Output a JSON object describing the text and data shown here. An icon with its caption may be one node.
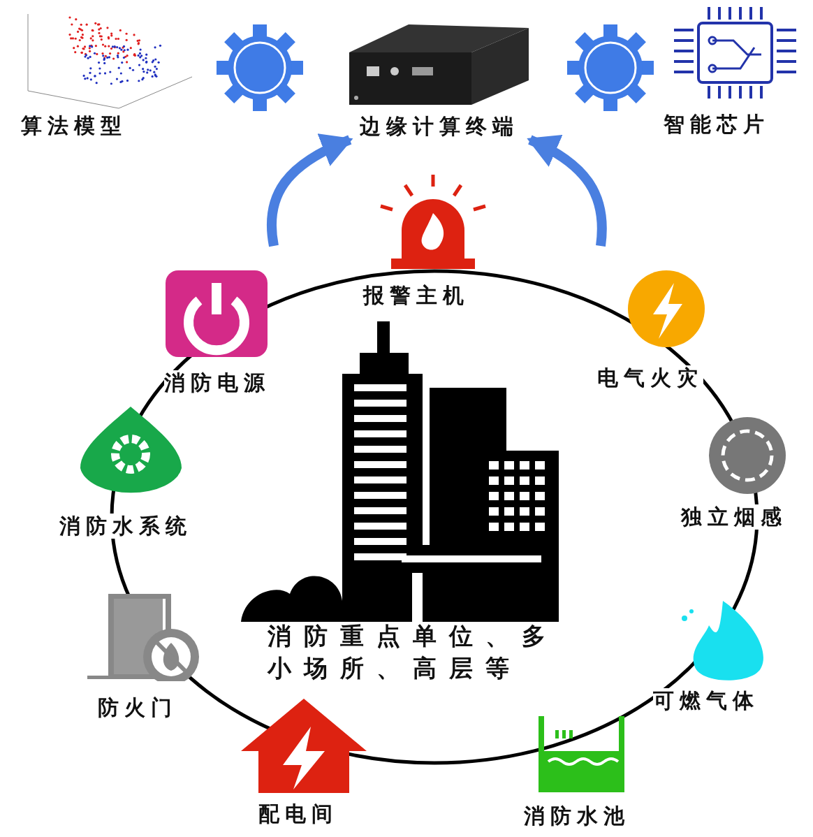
{
  "diagram": {
    "nodes": [
      {
        "text": [
          "算法模型"
        ]
      },
      {
        "text": [
          "边缘计算终端"
        ]
      },
      {
        "text": [
          "智能芯片"
        ]
      },
      {
        "text": [
          "报警主机"
        ]
      },
      {
        "text": [
          "消防电源"
        ]
      },
      {
        "text": [
          "电气火灾"
        ]
      },
      {
        "text": [
          "消防水系统"
        ]
      },
      {
        "text": [
          "独立烟感"
        ]
      },
      {
        "text": [
          "消防重点单位、多小场所、高层等"
        ]
      },
      {
        "text": [
          "可燃气体"
        ]
      },
      {
        "text": [
          "防火门"
        ]
      },
      {
        "text": [
          "消防水池"
        ]
      },
      {
        "text": [
          "配电间"
        ]
      }
    ],
    "edges": [
      {
        "from": null,
        "to": 1,
        "arrow": "to"
      },
      {
        "from": null,
        "to": 1,
        "arrow": "to"
      }
    ]
  }
}
